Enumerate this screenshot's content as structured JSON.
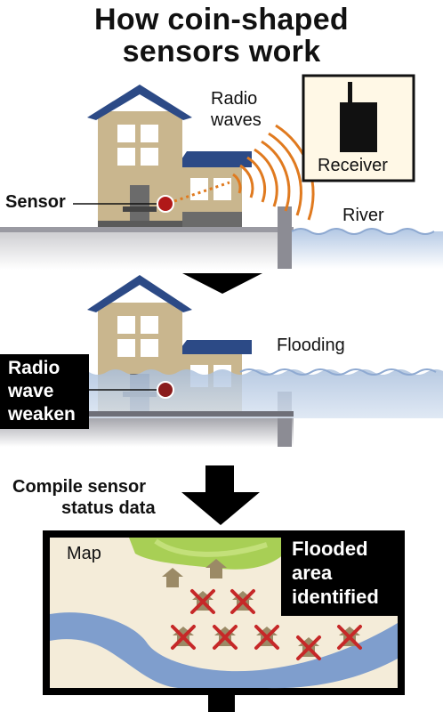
{
  "title": {
    "line1": "How coin-shaped",
    "line2": "sensors work"
  },
  "panel1": {
    "radio_waves_line1": "Radio",
    "radio_waves_line2": "waves",
    "receiver": "Receiver",
    "sensor": "Sensor",
    "river": "River"
  },
  "panel2": {
    "flooding": "Flooding",
    "weaken_line1": "Radio",
    "weaken_line2": "wave",
    "weaken_line3": "weaken"
  },
  "panel3": {
    "compile_line1": "Compile sensor",
    "compile_line2": "status data",
    "map": "Map",
    "flooded_line1": "Flooded",
    "flooded_line2": "area",
    "flooded_line3": "identified"
  },
  "colors": {
    "roof": "#2c4a86",
    "wall": "#c9b68e",
    "window": "#ffffff",
    "door": "#6b6b6b",
    "sensor": "#b01818",
    "waves": "#e07a1f",
    "water": "#b7cce6",
    "ground": "#d4d4d8",
    "map_land": "#f4ecd9",
    "map_green": "#a8cf55",
    "map_river": "#7f9ecd",
    "cross": "#c62828",
    "label_box": "#000000"
  }
}
